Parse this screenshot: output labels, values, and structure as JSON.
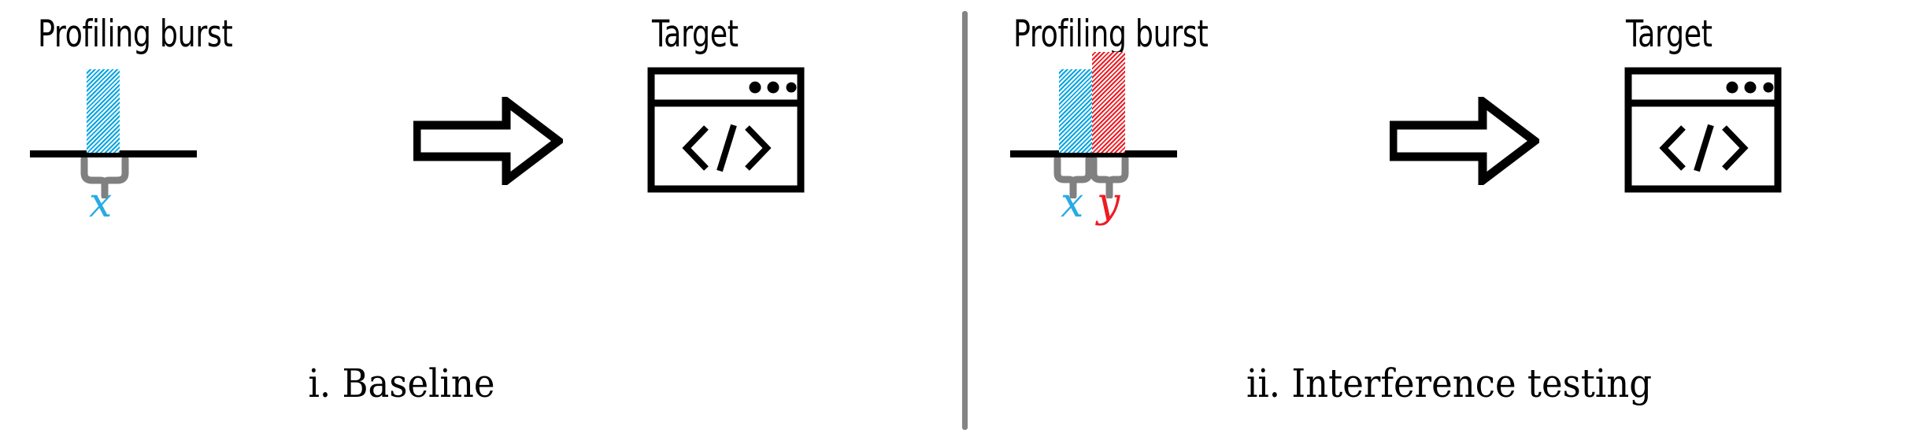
{
  "figure": {
    "title": "Profiling burst interference diagram",
    "divider": {
      "color": "#848484"
    }
  },
  "colors": {
    "blue": "#00a5e3",
    "blue_label": "#29abe2",
    "red": "#ed1c24",
    "black": "#000000",
    "gray_brace": "#808080",
    "gray_divider": "#848484"
  },
  "panels": [
    {
      "id": "baseline",
      "caption": "i. Baseline",
      "burst_heading": "Profiling burst",
      "target_heading": "Target",
      "arrow_icon": "block-arrow-right-icon",
      "window_icon": "browser-window-icon",
      "window_dots": "three-dots-icon",
      "window_glyph": "</>",
      "bars": [
        {
          "name": "x",
          "label": "x",
          "color": "#00a5e3",
          "pattern": "diagonal-hatch",
          "height": 106,
          "width": 42
        }
      ],
      "braces": [
        {
          "name": "x",
          "label": "x",
          "label_color": "#29abe2"
        }
      ]
    },
    {
      "id": "interference",
      "caption": "ii. Interference testing",
      "burst_heading": "Profiling burst",
      "target_heading": "Target",
      "arrow_icon": "block-arrow-right-icon",
      "window_icon": "browser-window-icon",
      "window_dots": "three-dots-icon",
      "window_glyph": "</>",
      "bars": [
        {
          "name": "x",
          "label": "x",
          "color": "#00a5e3",
          "pattern": "diagonal-hatch",
          "height": 106,
          "width": 42
        },
        {
          "name": "y",
          "label": "y",
          "color": "#ed1c24",
          "pattern": "diagonal-hatch",
          "height": 128,
          "width": 42
        }
      ],
      "braces": [
        {
          "name": "x",
          "label": "x",
          "label_color": "#29abe2"
        },
        {
          "name": "y",
          "label": "y",
          "label_color": "#ed1c24"
        }
      ]
    }
  ],
  "chart_data": {
    "type": "bar",
    "title": "Profiling burst",
    "xlabel": "",
    "ylabel": "",
    "charts": [
      {
        "panel": "i. Baseline",
        "categories": [
          "x"
        ],
        "values": [
          106
        ],
        "series_colors": [
          "#00a5e3"
        ]
      },
      {
        "panel": "ii. Interference testing",
        "categories": [
          "x",
          "y"
        ],
        "values": [
          106,
          128
        ],
        "series_colors": [
          "#00a5e3",
          "#ed1c24"
        ]
      }
    ]
  }
}
